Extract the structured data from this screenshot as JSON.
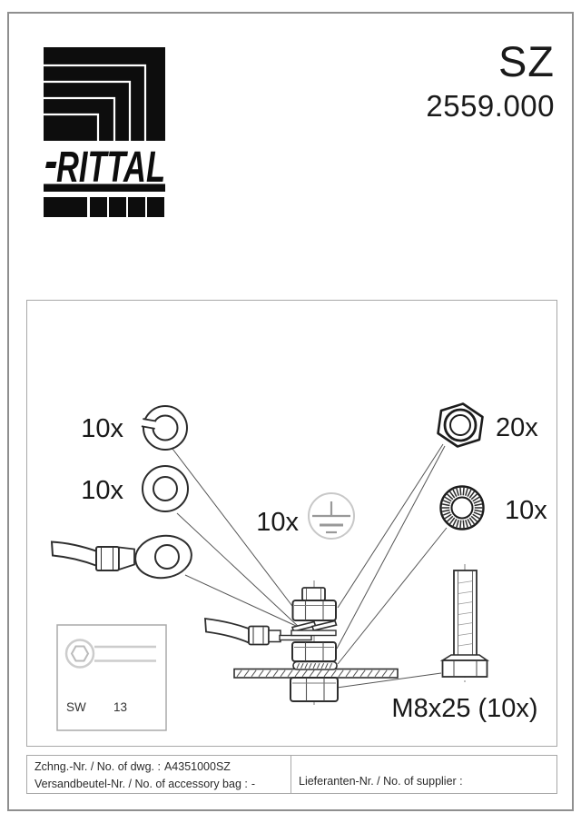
{
  "header": {
    "brand": "RITTAL",
    "product_line": "SZ",
    "model_number": "2559.000"
  },
  "drawing": {
    "labels": {
      "spring_washer_qty": "10x",
      "flat_washer_qty": "10x",
      "earth_point_qty": "10x",
      "hex_nut_qty": "20x",
      "serrated_washer_qty": "10x",
      "bolt_spec": "M8x25 (10x)"
    },
    "wrench_box": {
      "wrench_label": "SW",
      "wrench_size": "13"
    }
  },
  "footer": {
    "left_rows": [
      {
        "label": "Zchng.-Nr. / No. of dwg. :",
        "value": "A4351000SZ"
      },
      {
        "label": "Versandbeutel-Nr. / No. of accessory bag :",
        "value": "-"
      }
    ],
    "right_rows": [
      {
        "label": "Lieferanten-Nr. / No. of supplier :",
        "value": ""
      }
    ]
  },
  "colors": {
    "ink": "#1a1a1a",
    "border_gray": "#8f8f8f",
    "box_gray": "#a8a8a8",
    "light_gray": "#c8c8c8"
  }
}
